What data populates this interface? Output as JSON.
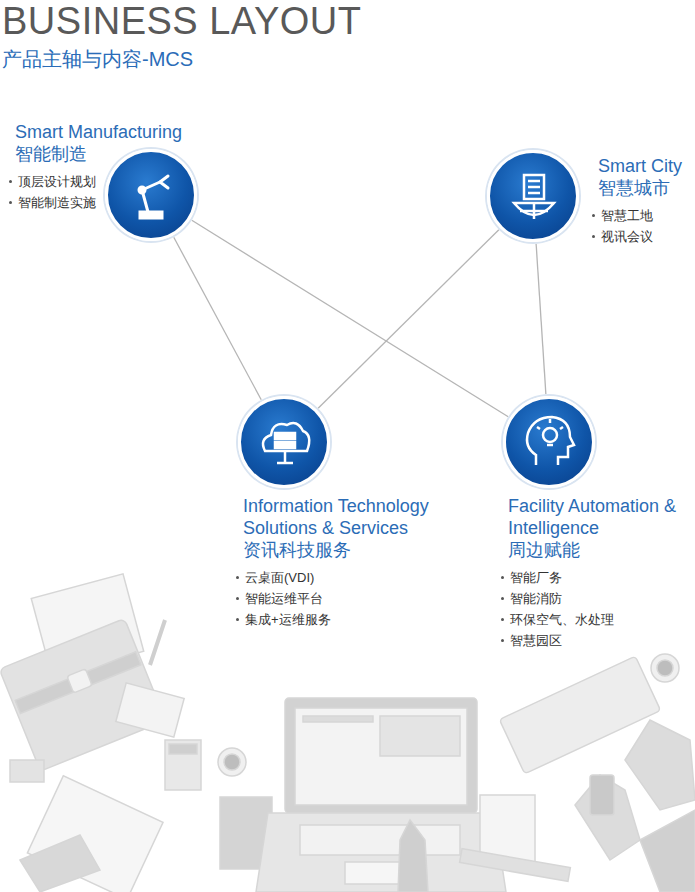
{
  "diagram": {
    "title": "BUSINESS LAYOUT",
    "nodes": [
      {
        "text": [
          "Smart Manufacturing",
          "智能制造",
          "顶层设计规划",
          "智能制造实施"
        ]
      },
      {
        "text": [
          "Smart City",
          "智慧城市",
          "智慧工地",
          "视讯会议"
        ]
      },
      {
        "text": [
          "Information Technology Solutions & Services",
          "资讯科技服务",
          "云桌面(VDI)",
          "智能运维平台",
          "集成+运维服务"
        ]
      },
      {
        "text": [
          "Facility Automation & Intelligence",
          "周边赋能",
          "智能厂务",
          "智能消防",
          "环保空气、水处理",
          "智慧园区"
        ]
      }
    ],
    "edges": [
      {
        "from": 0,
        "to": 2,
        "arrow": "none"
      },
      {
        "from": 0,
        "to": 3,
        "arrow": "none"
      },
      {
        "from": 1,
        "to": 2,
        "arrow": "none"
      },
      {
        "from": 1,
        "to": 3,
        "arrow": "none"
      }
    ],
    "labels": [
      "产品主轴与内容-MCS"
    ]
  }
}
